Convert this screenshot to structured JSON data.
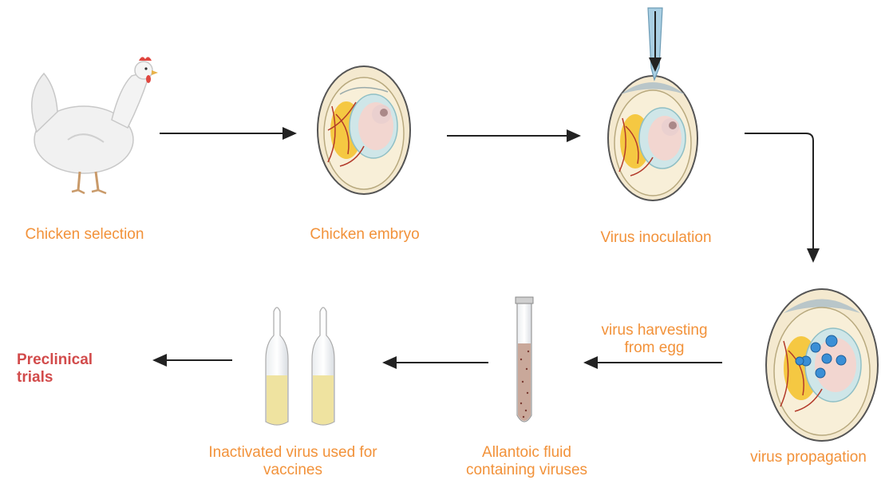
{
  "labels": {
    "chicken_selection": "Chicken selection",
    "chicken_embryo": "Chicken embryo",
    "virus_inoculation": "Virus inoculation",
    "virus_propagation": "virus propagation",
    "harvest_line1": "virus harvesting",
    "harvest_line2": "from egg",
    "allantoic_line1": "Allantoic fluid",
    "allantoic_line2": "containing viruses",
    "inactivated_line1": "Inactivated virus used for",
    "inactivated_line2": "vaccines",
    "preclinical_line1": "Preclinical",
    "preclinical_line2": "trials"
  },
  "colors": {
    "label": "#f2923a",
    "preclinical": "#d24b4b",
    "arrow": "#222222",
    "yolk": "#f5c842",
    "embryo": "#f2d6d0",
    "virus": "#3a8fd6",
    "fluid": "#c9a89a",
    "vaccine_liquid": "#efe3a0"
  }
}
